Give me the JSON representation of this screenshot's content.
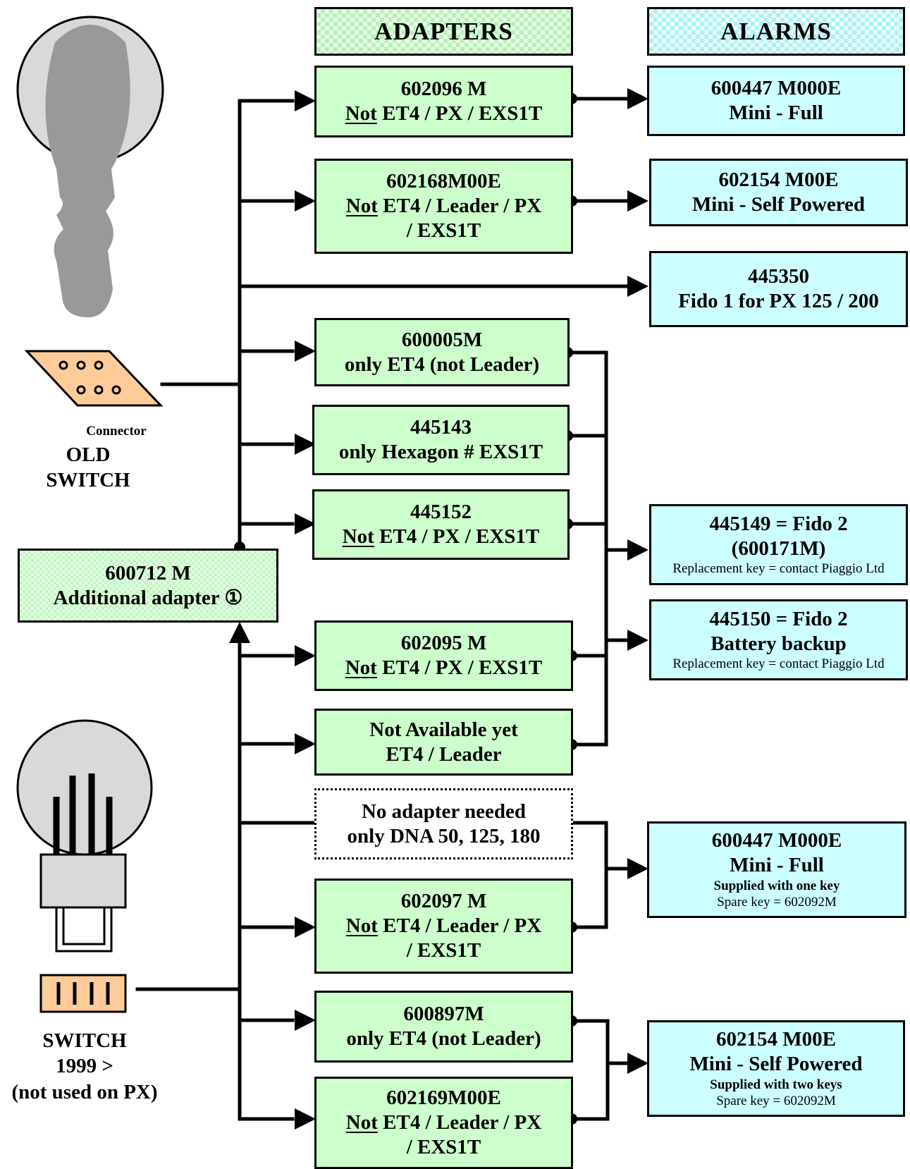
{
  "headers": {
    "adapters": "ADAPTERS",
    "alarms": "ALARMS"
  },
  "adapters": [
    {
      "code": "602096 M",
      "not": "Not",
      "desc": " ET4 / PX / EXS1T"
    },
    {
      "code": "602168M00E",
      "not": "Not",
      "desc": " ET4 / Leader / PX",
      "desc2": "/ EXS1T"
    },
    {
      "code": "600005M",
      "desc": "only ET4 (not Leader)"
    },
    {
      "code": "445143",
      "desc": "only Hexagon # EXS1T"
    },
    {
      "code": "445152",
      "not": "Not",
      "desc": " ET4 / PX / EXS1T"
    },
    {
      "code": "602095 M",
      "not": "Not",
      "desc": " ET4 / PX / EXS1T"
    },
    {
      "code": "Not Available yet",
      "desc": "ET4 / Leader"
    },
    {
      "code": "602097 M",
      "not": "Not",
      "desc": " ET4 / Leader / PX",
      "desc2": "/ EXS1T"
    },
    {
      "code": "600897M",
      "desc": "only ET4 (not Leader)"
    },
    {
      "code": "602169M00E",
      "not": "Not",
      "desc": " ET4 / Leader / PX",
      "desc2": "/ EXS1T"
    }
  ],
  "no_adapter": {
    "line1": "No adapter needed",
    "line2": "only DNA 50, 125, 180"
  },
  "additional_adapter": {
    "code": "600712 M",
    "desc": "Additional adapter ①"
  },
  "alarms": [
    {
      "code": "600447 M000E",
      "desc": "Mini - Full"
    },
    {
      "code": "602154 M00E",
      "desc": "Mini - Self Powered"
    },
    {
      "code": "445350",
      "desc": "Fido 1 for PX 125 / 200"
    },
    {
      "code": "445149 = Fido 2",
      "desc": "(600171M)",
      "note": "Replacement key = contact Piaggio Ltd"
    },
    {
      "code": "445150 = Fido 2",
      "desc": "Battery backup",
      "note": "Replacement key = contact Piaggio Ltd"
    },
    {
      "code": "600447 M000E",
      "desc": "Mini - Full",
      "note_bold": "Supplied with one key",
      "note": "Spare key = 602092M"
    },
    {
      "code": "602154 M00E",
      "desc": "Mini - Self Powered",
      "note_bold": "Supplied with two keys",
      "note": "Spare key = 602092M"
    }
  ],
  "labels": {
    "connector": "Connector",
    "old_switch_1": "OLD",
    "old_switch_2": "SWITCH",
    "switch_1": "SWITCH",
    "switch_2": "1999 >",
    "switch_3": "(not used on PX)"
  },
  "colors": {
    "adapter_fill": "#ccffcc",
    "alarm_fill": "#ccffff",
    "connector_fill": "#ffcc99",
    "switch_grey": "#999999",
    "switch_light": "#d9d9d9"
  }
}
